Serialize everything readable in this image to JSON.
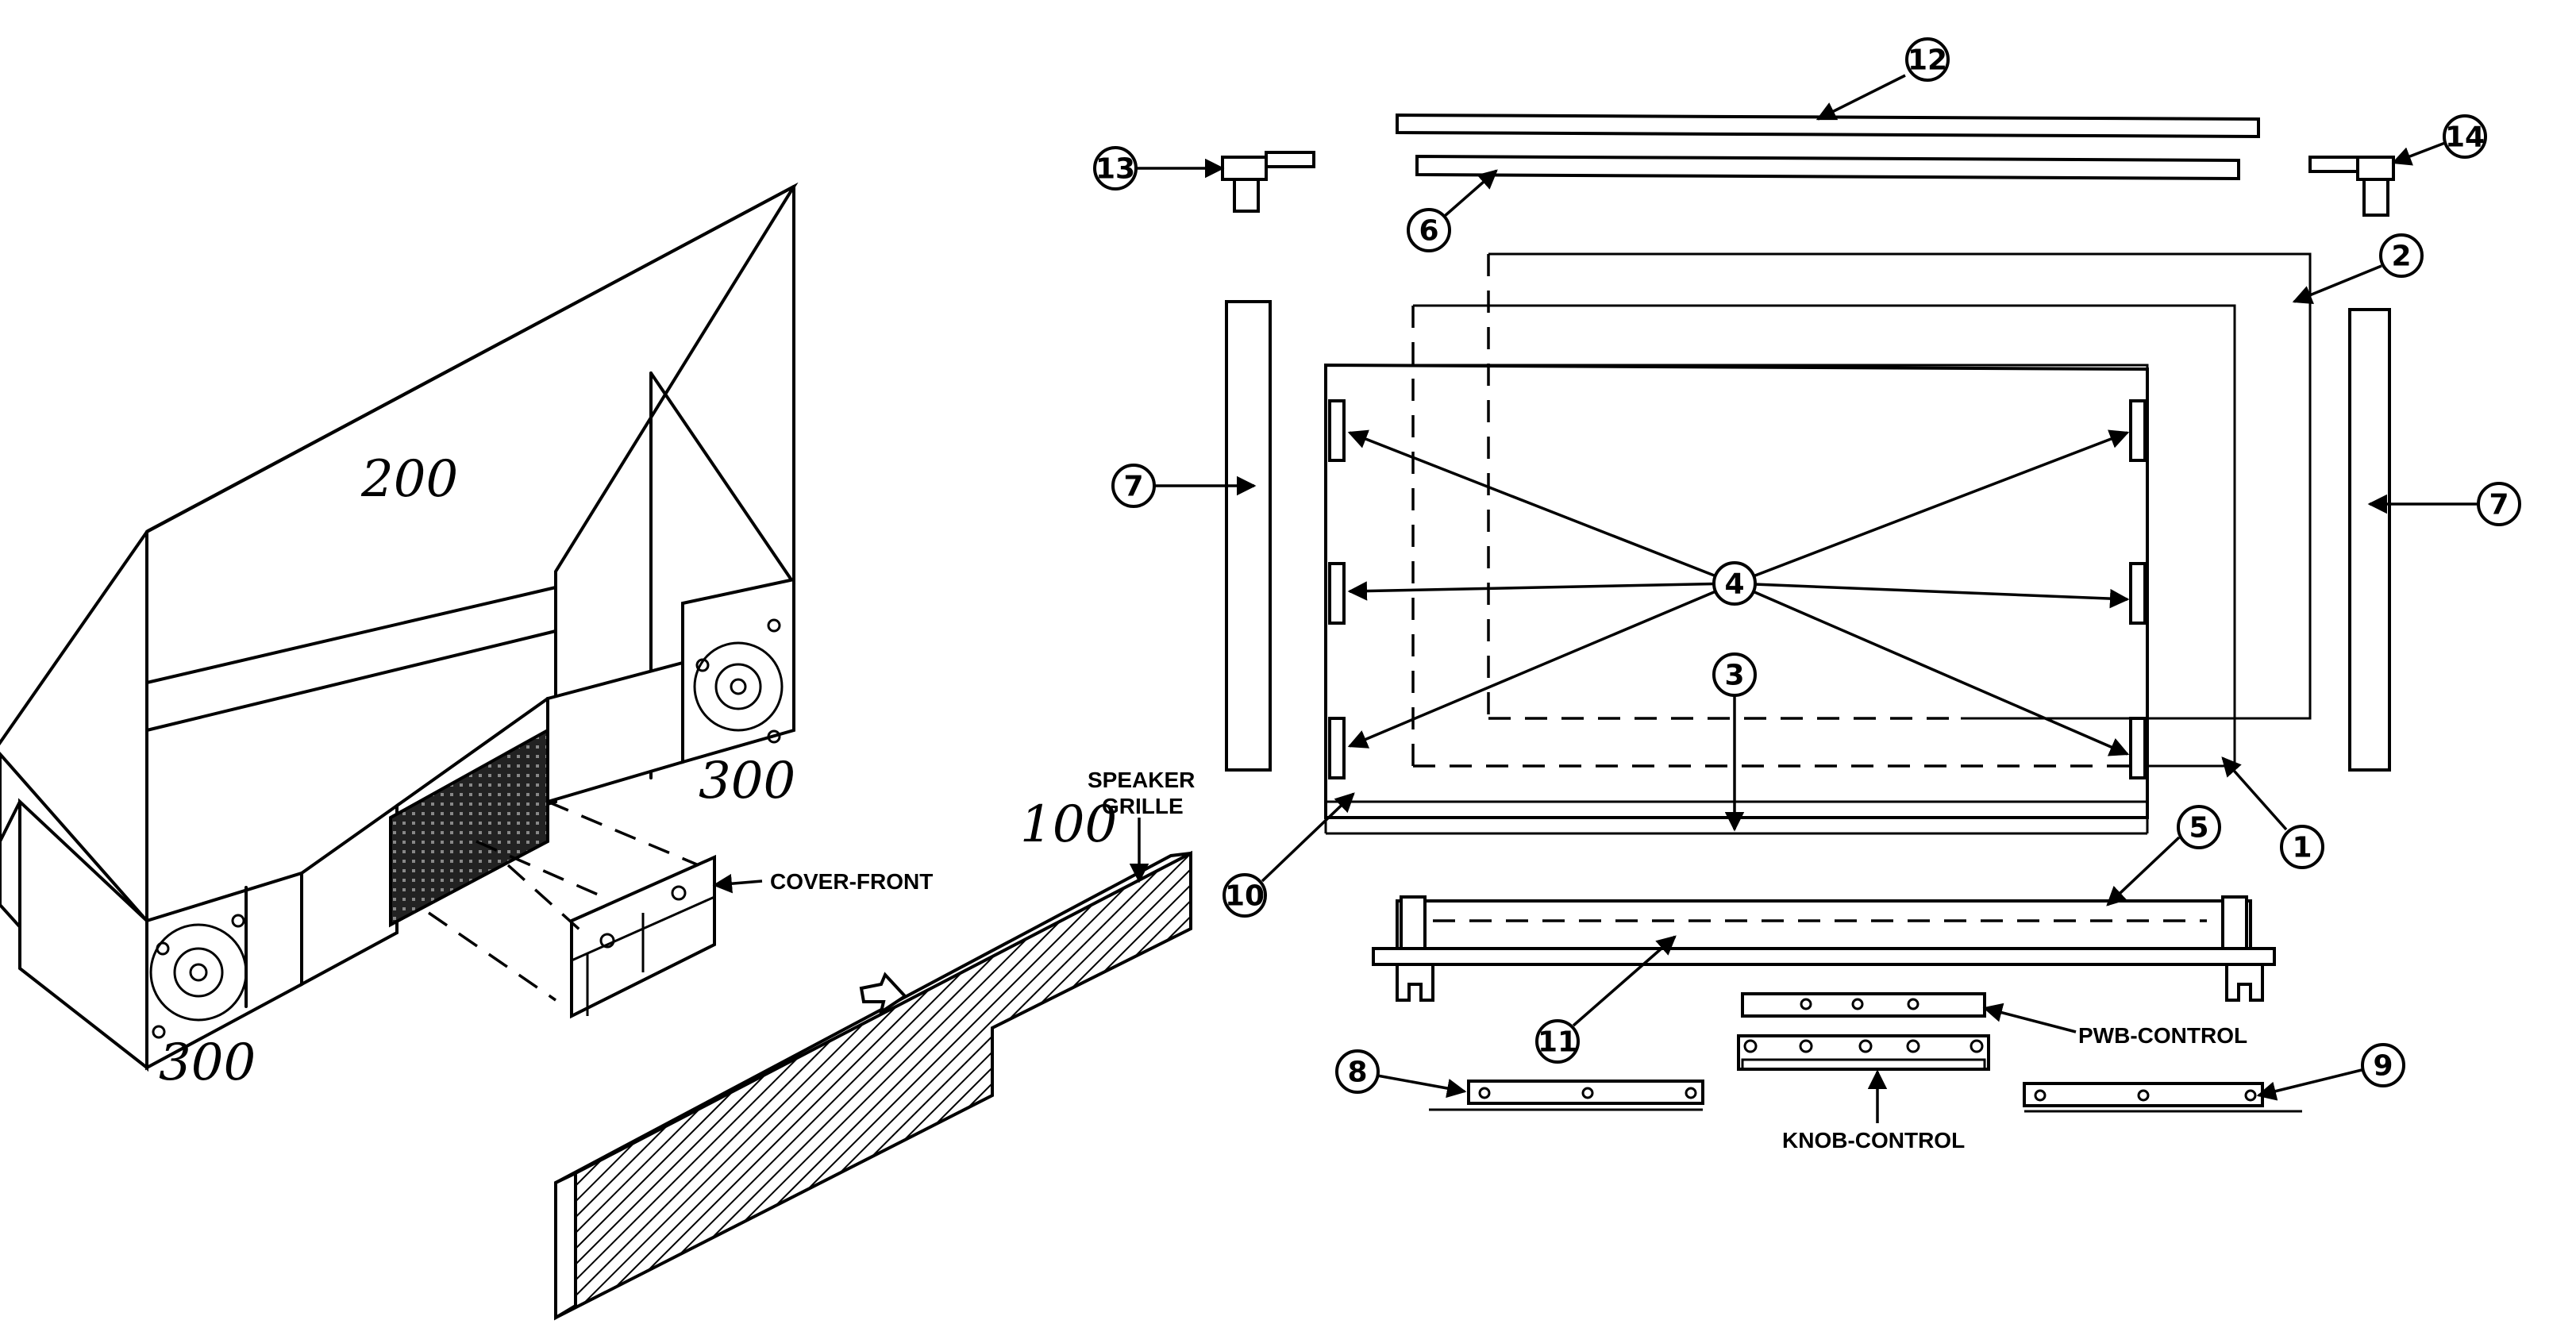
{
  "diagram": {
    "callouts": [
      "1",
      "2",
      "3",
      "4",
      "5",
      "6",
      "7",
      "8",
      "9",
      "10",
      "11",
      "12",
      "13",
      "14"
    ],
    "labels": {
      "speaker_grille_line1": "SPEAKER",
      "speaker_grille_line2": "GRILLE",
      "cover_front": "COVER-FRONT",
      "pwb_control": "PWB-CONTROL",
      "knob_control": "KNOB-CONTROL"
    },
    "handwritten": {
      "cabinet_top": "200",
      "speaker_right": "300",
      "speaker_left": "300",
      "grille": "100"
    }
  }
}
